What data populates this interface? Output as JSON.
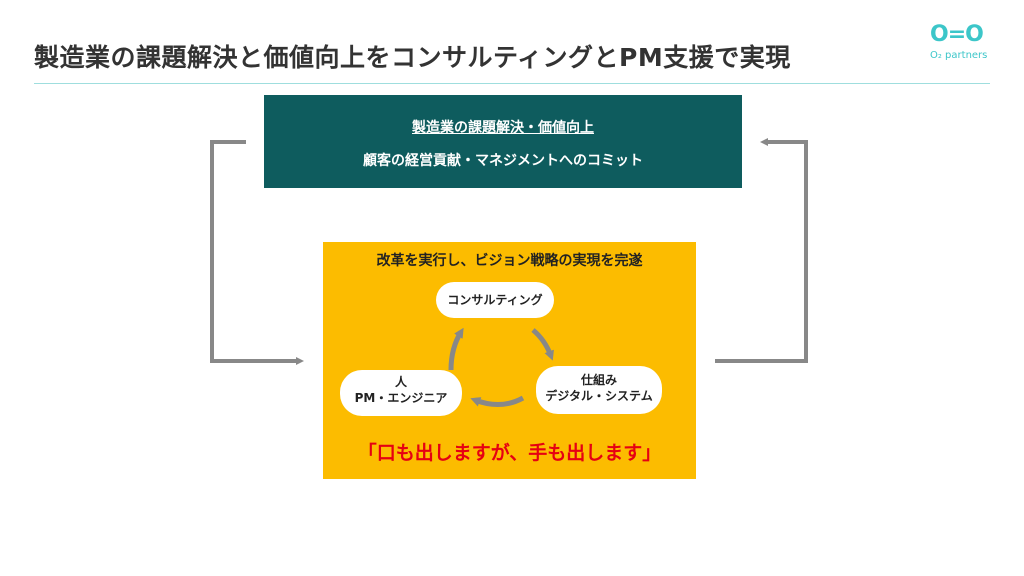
{
  "title": "製造業の課題解決と価値向上をコンサルティングとPM支援で実現",
  "logo": {
    "mark": "O=O",
    "text": "O₂ partners"
  },
  "top_box": {
    "line1": "製造業の課題解決・価値向上",
    "line2": "顧客の経営貢献・マネジメントへのコミット"
  },
  "yellow_box": {
    "heading": "改革を実行し、ビジョン戦略の実現を完遂",
    "nodes": {
      "consulting": "コンサルティング",
      "people_line1": "人",
      "people_line2": "PM・エンジニア",
      "system_line1": "仕組み",
      "system_line2": "デジタル・システム"
    },
    "slogan": "「口も出しますが、手も出します」"
  },
  "colors": {
    "top_box": "#0e5c5e",
    "yellow_box": "#fcbc00",
    "slogan": "#e60012",
    "arrow": "#888888",
    "rule": "#9fdede",
    "logo": "#3cc6c9"
  }
}
